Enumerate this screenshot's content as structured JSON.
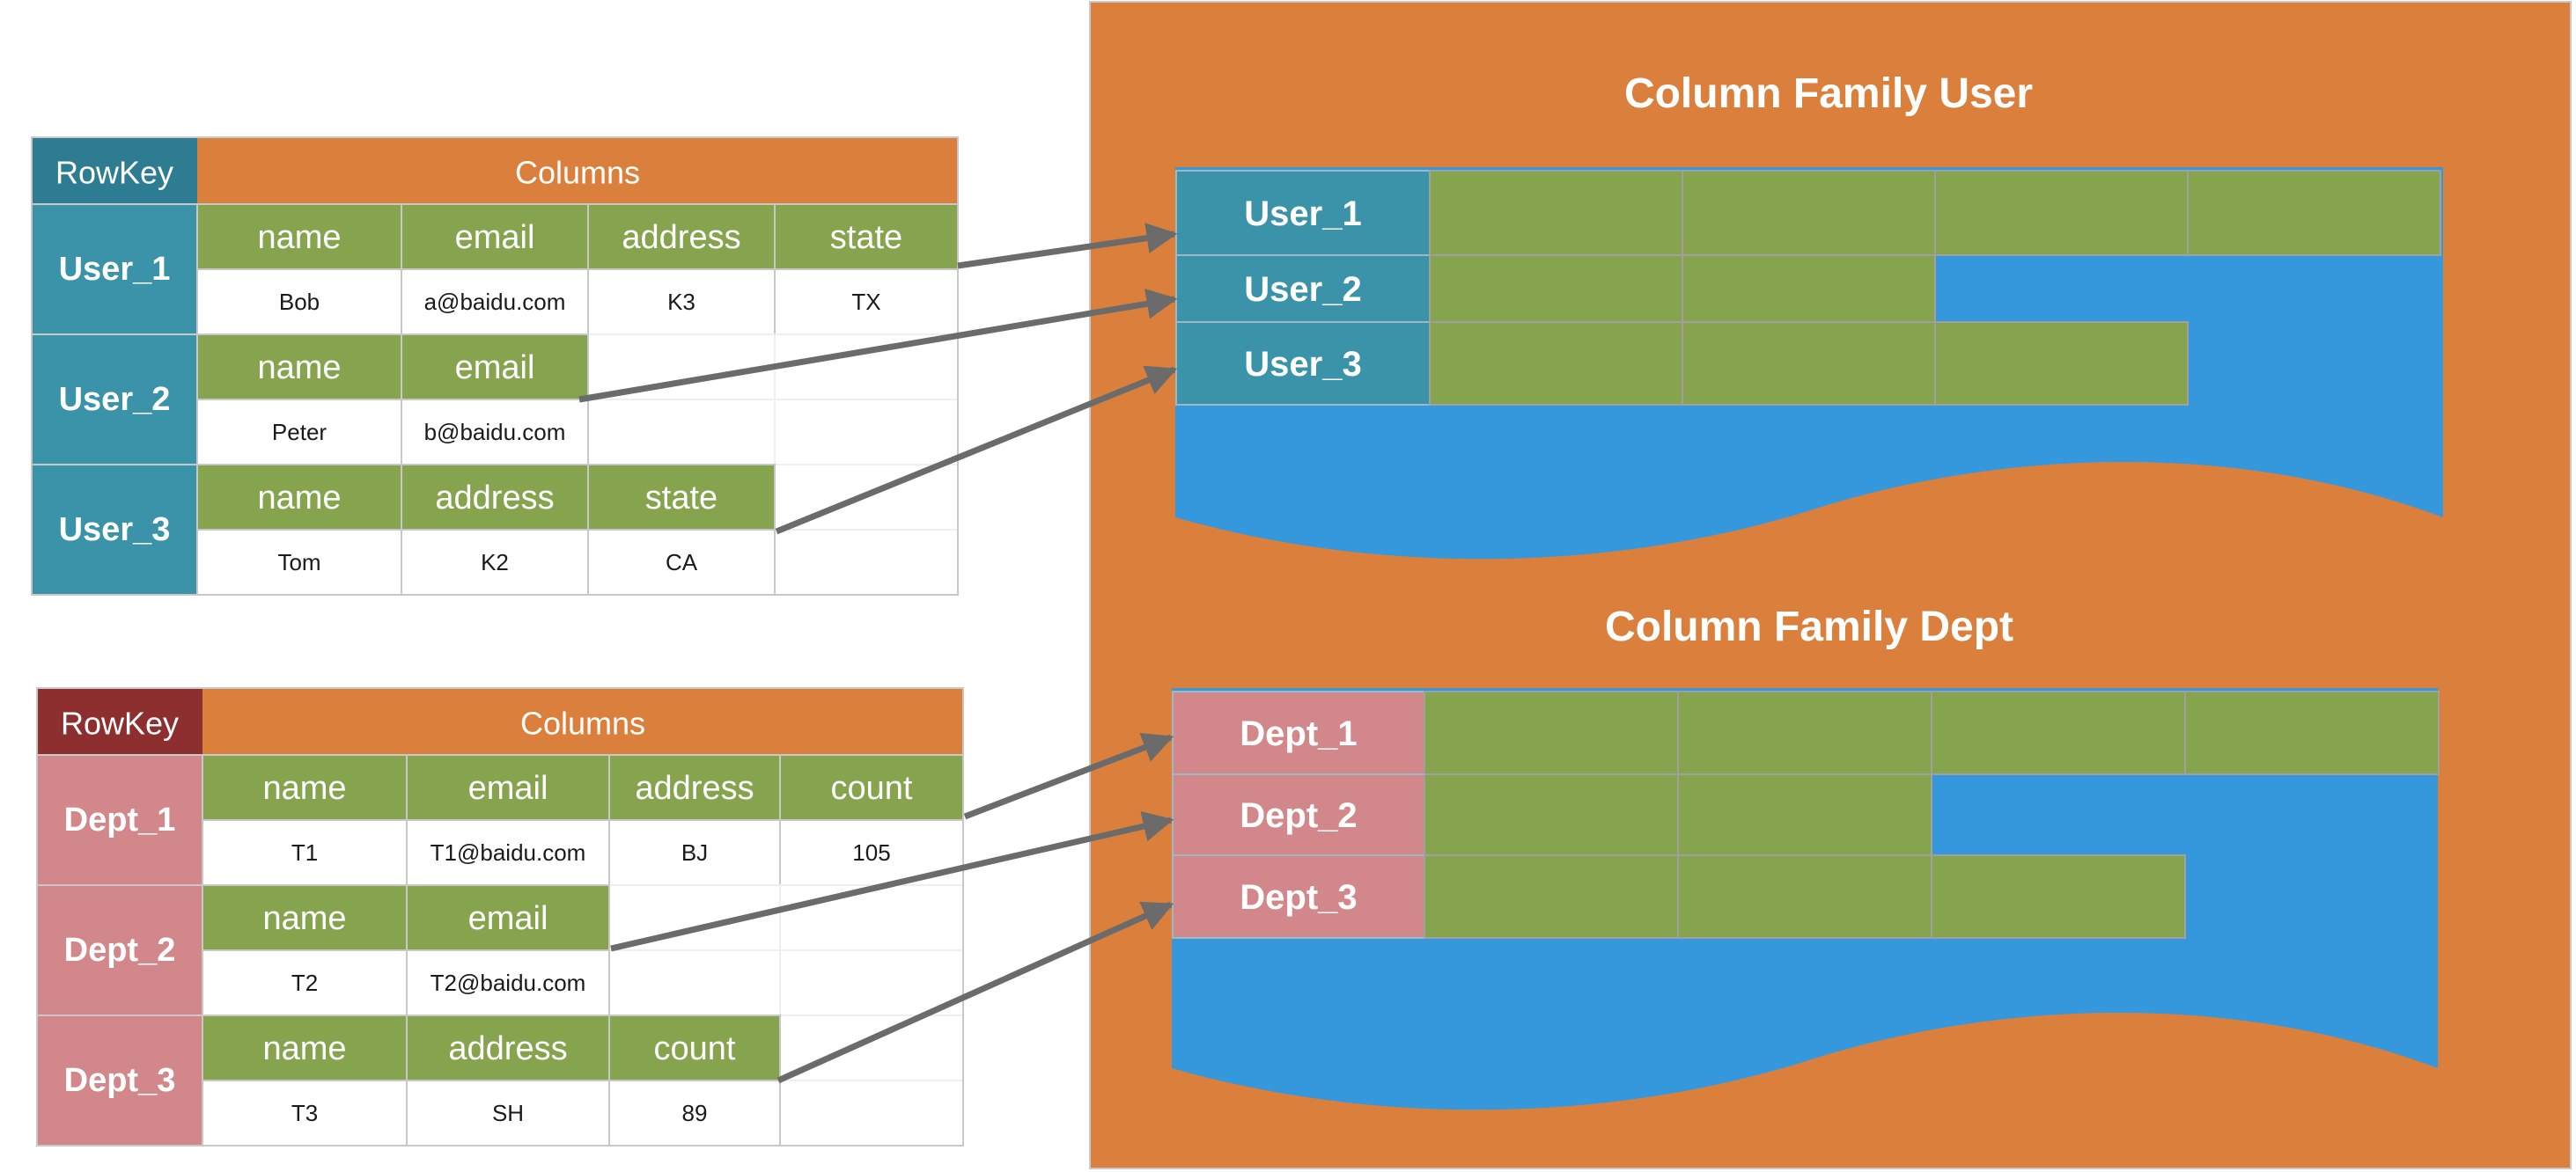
{
  "colors": {
    "orange": "#DB803C",
    "teal": "#3A93A8",
    "teal_dark": "#2E7C92",
    "green": "#86A44E",
    "blue": "#3598DC",
    "pink": "#D2888A",
    "maroon": "#8E2F2F",
    "arrow": "#6B6B6B",
    "white": "#FFFFFF",
    "grid": "#C8C8C8"
  },
  "user_table": {
    "rowkey_label": "RowKey",
    "columns_label": "Columns",
    "rows": [
      {
        "key": "User_1",
        "cells": [
          {
            "col": "name",
            "val": "Bob"
          },
          {
            "col": "email",
            "val": "a@baidu.com"
          },
          {
            "col": "address",
            "val": "K3"
          },
          {
            "col": "state",
            "val": "TX"
          }
        ]
      },
      {
        "key": "User_2",
        "cells": [
          {
            "col": "name",
            "val": "Peter"
          },
          {
            "col": "email",
            "val": "b@baidu.com"
          }
        ]
      },
      {
        "key": "User_3",
        "cells": [
          {
            "col": "name",
            "val": "Tom"
          },
          {
            "col": "address",
            "val": "K2"
          },
          {
            "col": "state",
            "val": "CA"
          }
        ]
      }
    ]
  },
  "dept_table": {
    "rowkey_label": "RowKey",
    "columns_label": "Columns",
    "rows": [
      {
        "key": "Dept_1",
        "cells": [
          {
            "col": "name",
            "val": "T1"
          },
          {
            "col": "email",
            "val": "T1@baidu.com"
          },
          {
            "col": "address",
            "val": "BJ"
          },
          {
            "col": "count",
            "val": "105"
          }
        ]
      },
      {
        "key": "Dept_2",
        "cells": [
          {
            "col": "name",
            "val": "T2"
          },
          {
            "col": "email",
            "val": "T2@baidu.com"
          }
        ]
      },
      {
        "key": "Dept_3",
        "cells": [
          {
            "col": "name",
            "val": "T3"
          },
          {
            "col": "address",
            "val": "SH"
          },
          {
            "col": "count",
            "val": "89"
          }
        ]
      }
    ]
  },
  "family_user": {
    "title": "Column Family User",
    "rows": [
      {
        "key": "User_1",
        "filled": 4
      },
      {
        "key": "User_2",
        "filled": 2
      },
      {
        "key": "User_3",
        "filled": 3
      }
    ]
  },
  "family_dept": {
    "title": "Column Family Dept",
    "rows": [
      {
        "key": "Dept_1",
        "filled": 4
      },
      {
        "key": "Dept_2",
        "filled": 2
      },
      {
        "key": "Dept_3",
        "filled": 3
      }
    ]
  }
}
